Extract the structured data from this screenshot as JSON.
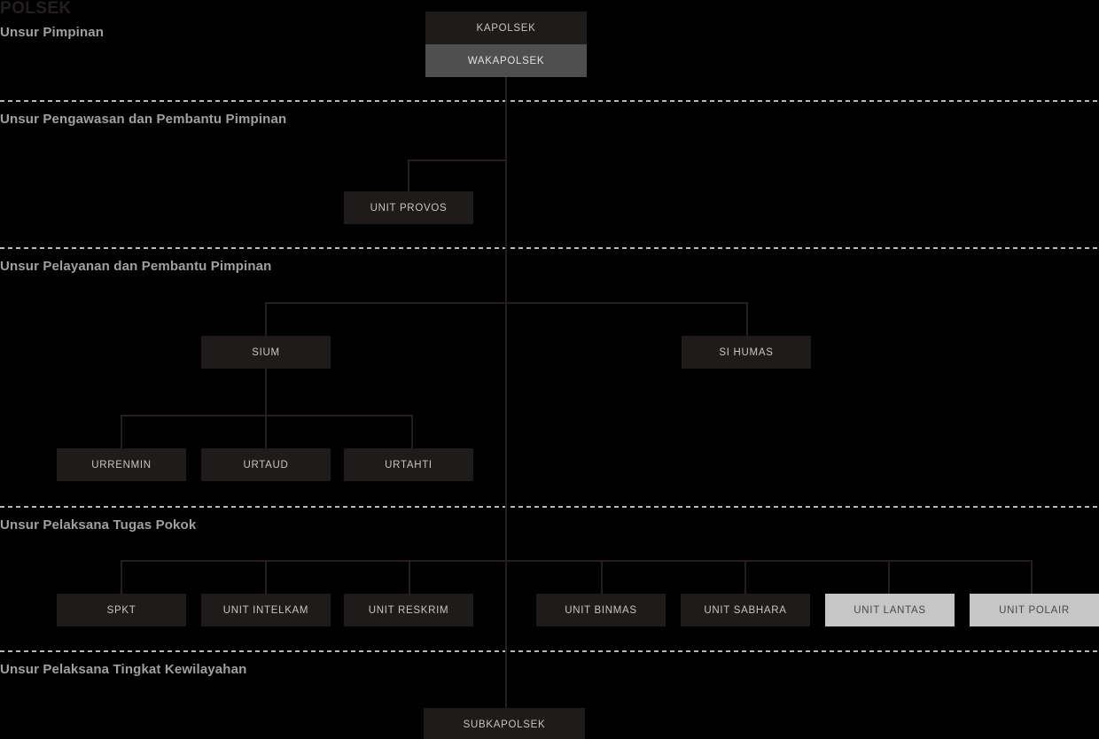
{
  "title": "POLSEK",
  "sections": [
    {
      "label": "Unsur Pimpinan"
    },
    {
      "label": "Unsur Pengawasan dan Pembantu Pimpinan"
    },
    {
      "label": "Unsur Pelayanan dan Pembantu Pimpinan"
    },
    {
      "label": "Unsur Pelaksana Tugas Pokok"
    },
    {
      "label": "Unsur Pelaksana Tingkat Kewilayahan"
    }
  ],
  "nodes": {
    "kapolsek": "KAPOLSEK",
    "wakapolsek": "WAKAPOLSEK",
    "unit_provos": "UNIT PROVOS",
    "sium": "SIUM",
    "si_humas": "SI HUMAS",
    "urrenmin": "URRENMIN",
    "urtaud": "URTAUD",
    "urtahti": "URTAHTI",
    "spkt": "SPKT",
    "unit_intelkam": "UNIT INTELKAM",
    "unit_reskrim": "UNIT RESKRIM",
    "unit_binmas": "UNIT BINMAS",
    "unit_sabhara": "UNIT SABHARA",
    "unit_lantas": "UNIT LANTAS",
    "unit_polair": "UNIT POLAIR",
    "subkapolsek": "SUBKAPOLSEK"
  },
  "colors": {
    "background": "#000000",
    "box_dark": "#1f1b1a",
    "box_mid": "#4f4f4f",
    "box_light": "#c6c6c6",
    "line": "#241f1d",
    "label_text": "#a0a0a0",
    "title_text": "#231f1e"
  }
}
